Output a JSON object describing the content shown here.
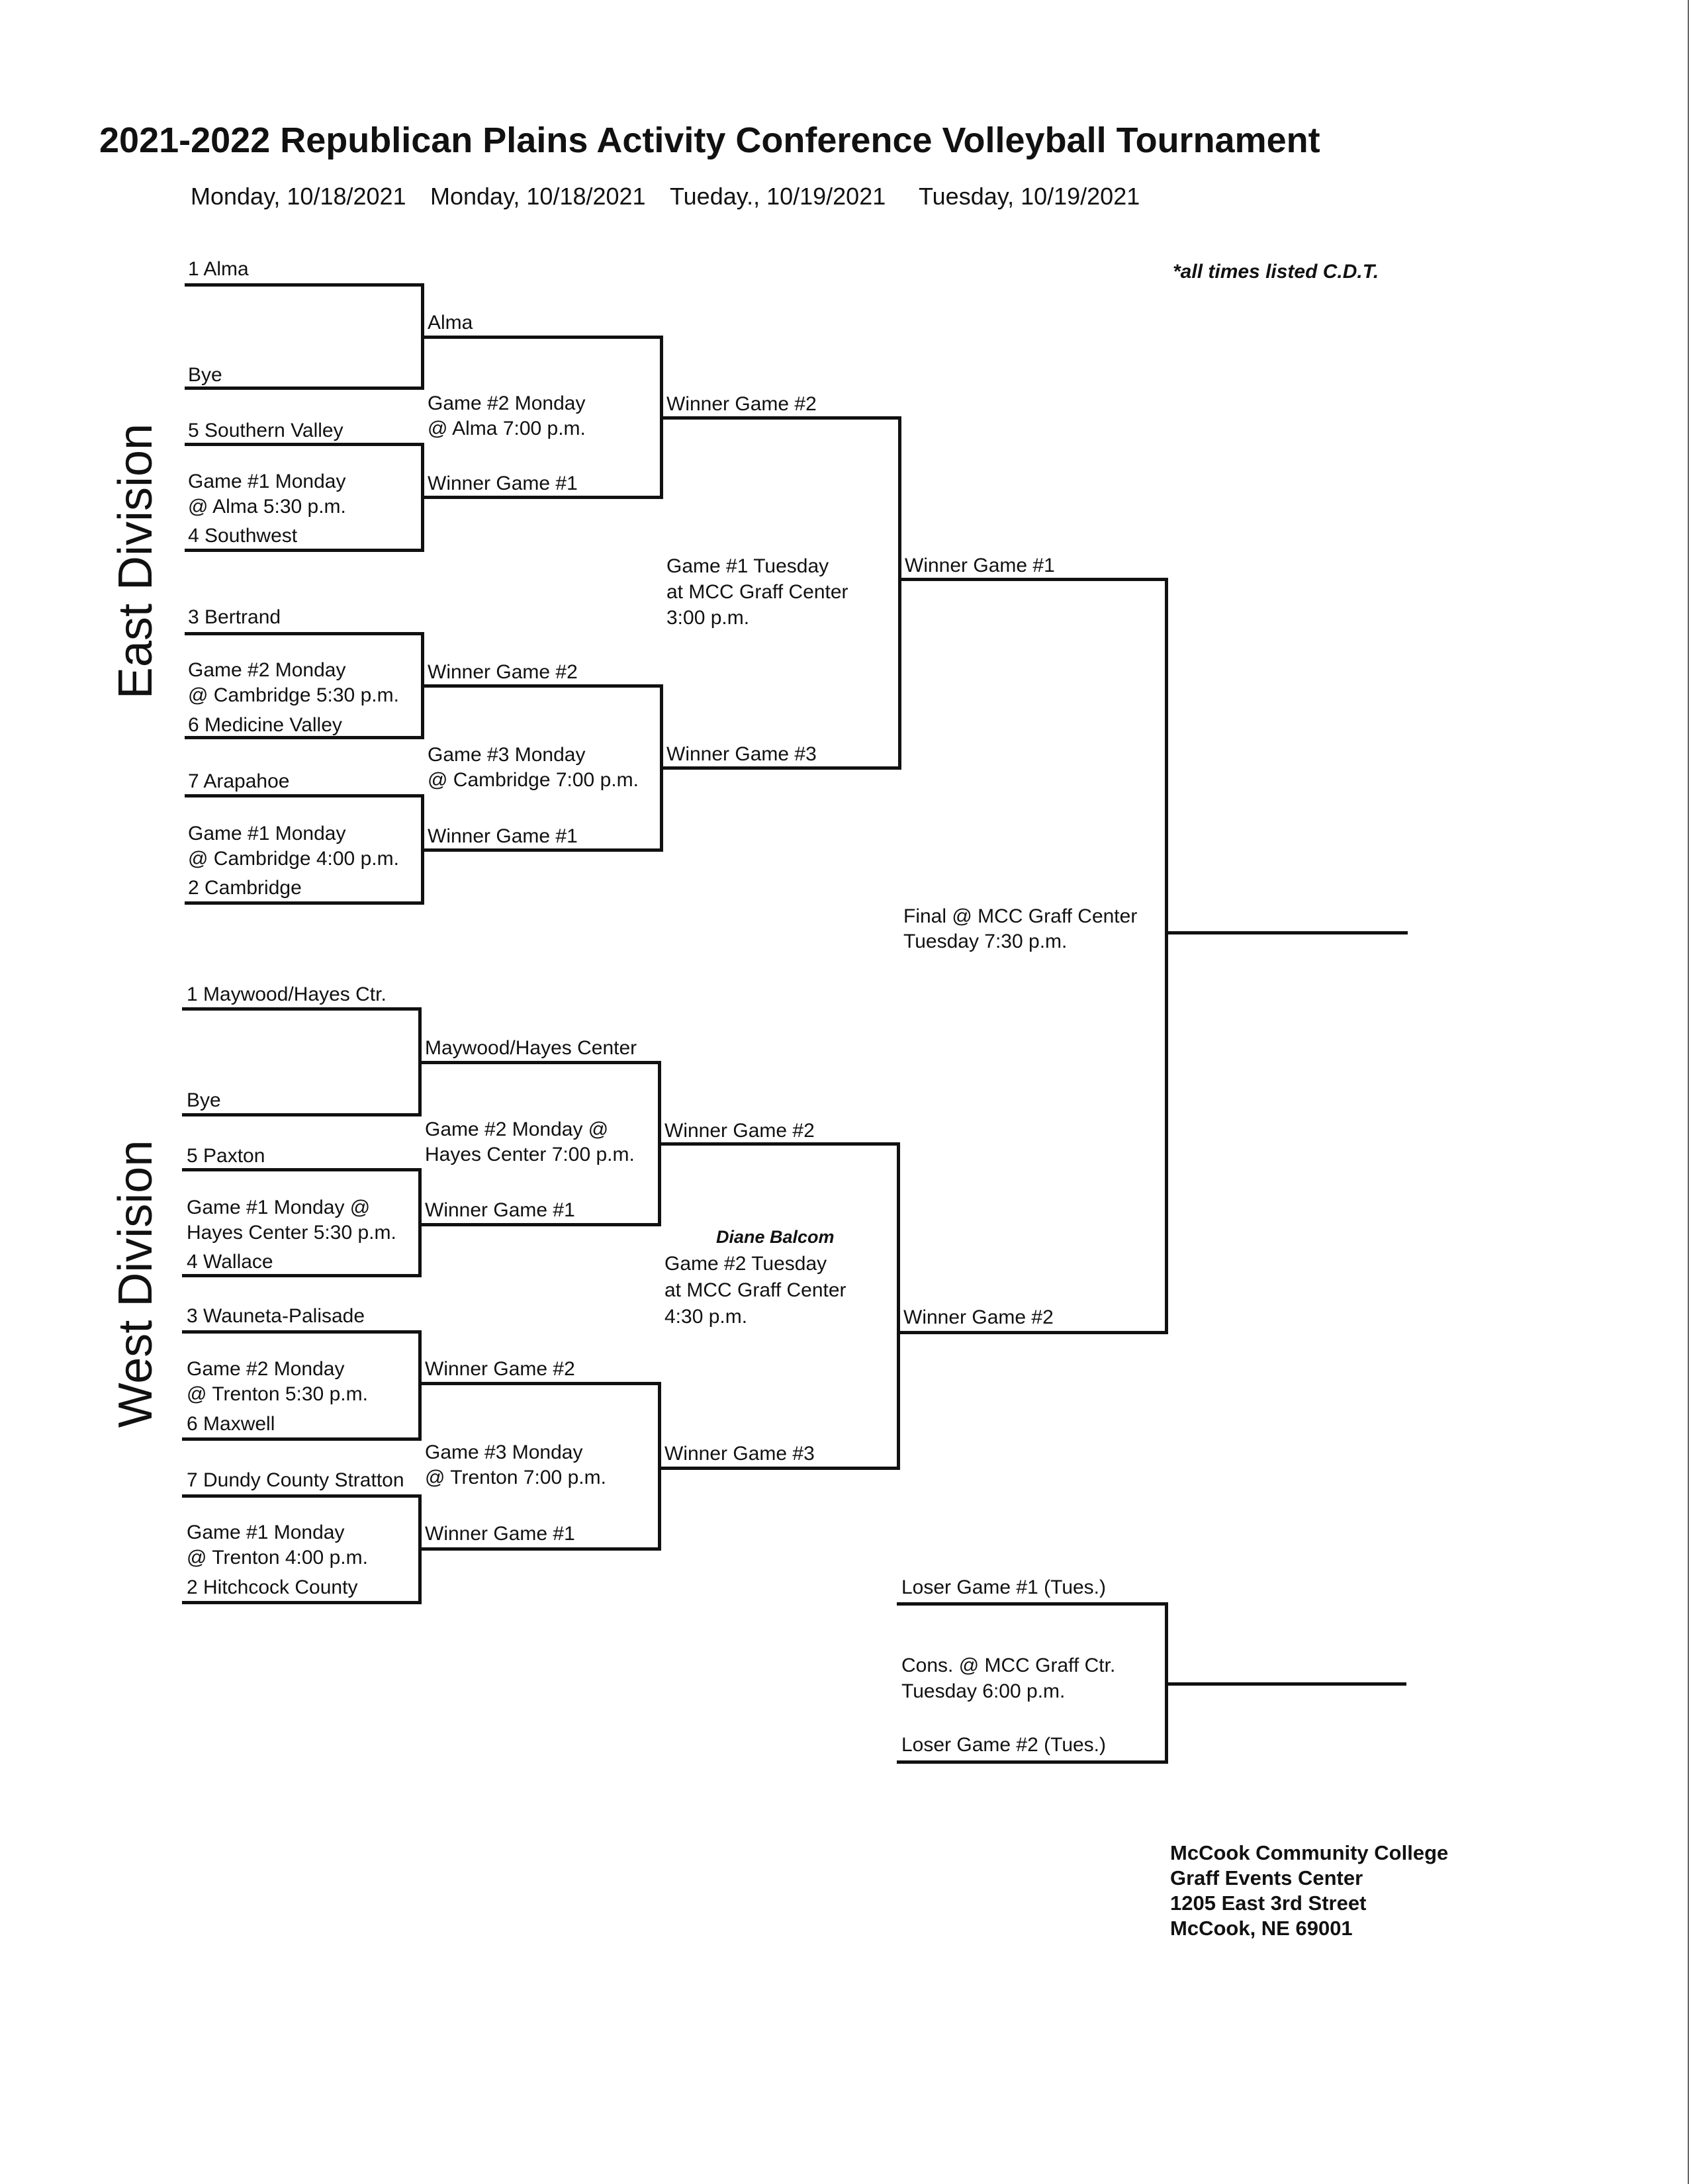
{
  "title": "2021-2022 Republican Plains Activity Conference Volleyball Tournament",
  "dates": [
    "Monday, 10/18/2021",
    "Monday, 10/18/2021",
    "Tueday., 10/19/2021",
    "Tuesday, 10/19/2021"
  ],
  "time_note": "*all times listed C.D.T.",
  "divisions": {
    "east": {
      "label": "East Division",
      "teams": [
        "1 Alma",
        "Bye",
        "5 Southern Valley",
        "4 Southwest",
        "3 Bertrand",
        "6 Medicine Valley",
        "7 Arapahoe",
        "2 Cambridge"
      ],
      "first_round": [
        {
          "line1": "Game #1 Monday",
          "line2": "@ Alma    5:30 p.m."
        },
        {
          "line1": "Game #2 Monday",
          "line2": "@ Cambridge 5:30 p.m."
        },
        {
          "line1": "Game #1 Monday",
          "line2": "@ Cambridge 4:00 p.m."
        }
      ],
      "second_round_slots": [
        "Alma",
        "Winner Game #1",
        "Winner Game #2",
        "Winner Game #1"
      ],
      "second_round": [
        {
          "line1": "Game #2 Monday",
          "line2": "@ Alma    7:00 p.m."
        },
        {
          "line1": "Game #3 Monday",
          "line2": "@ Cambridge 7:00 p.m."
        }
      ],
      "semi_slots": [
        "Winner Game #2",
        "Winner Game #3"
      ],
      "semi": {
        "line1": "Game #1  Tuesday",
        "line2": "at MCC Graff Center",
        "line3": "3:00 p.m."
      },
      "final_slot": "Winner Game #1"
    },
    "west": {
      "label": "West Division",
      "teams": [
        "1 Maywood/Hayes Ctr.",
        "Bye",
        "5 Paxton",
        "4 Wallace",
        "3 Wauneta-Palisade",
        "6 Maxwell",
        "7 Dundy County Stratton",
        "2 Hitchcock County"
      ],
      "first_round": [
        {
          "line1": "Game #1 Monday   @",
          "line2": "Hayes Center 5:30 p.m."
        },
        {
          "line1": "Game #2 Monday",
          "line2": "@ Trenton    5:30 p.m."
        },
        {
          "line1": "Game #1 Monday",
          "line2": "@ Trenton    4:00 p.m."
        }
      ],
      "second_round_slots": [
        "Maywood/Hayes Center",
        "Winner Game #1",
        "Winner Game #2",
        "Winner Game #1"
      ],
      "second_round": [
        {
          "line1": "Game #2 Monday   @",
          "line2": "Hayes Center  7:00 p.m."
        },
        {
          "line1": "Game #3 Monday",
          "line2": "@ Trenton    7:00 p.m."
        }
      ],
      "semi_slots": [
        "Winner Game #2",
        "Winner Game #3"
      ],
      "semi_signature": "Diane Balcom",
      "semi": {
        "line1": "Game #2 Tuesday",
        "line2": "at MCC Graff Center",
        "line3": "4:30 p.m."
      },
      "final_slot": "Winner Game #2"
    }
  },
  "final": {
    "line1": "Final @ MCC Graff Center",
    "line2": "Tuesday    7:30 p.m."
  },
  "consolation": {
    "top": "Loser Game #1 (Tues.)",
    "line1": "Cons. @ MCC Graff Ctr.",
    "line2": "Tuesday    6:00 p.m.",
    "bottom": "Loser Game #2 (Tues.)"
  },
  "venue": [
    "McCook Community College",
    "Graff Events Center",
    "1205 East 3rd Street",
    "McCook, NE 69001"
  ]
}
